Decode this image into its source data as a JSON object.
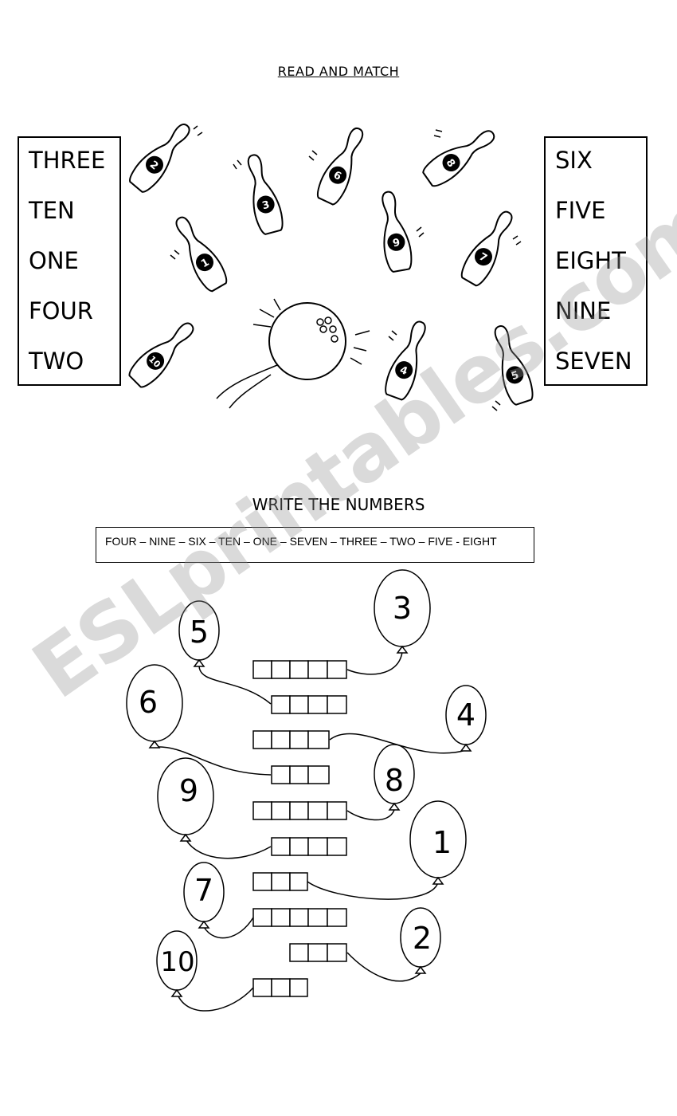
{
  "section1": {
    "title": "READ AND MATCH",
    "left_words": [
      "THREE",
      "TEN",
      "ONE",
      "FOUR",
      "TWO"
    ],
    "right_words": [
      "SIX",
      "FIVE",
      "EIGHT",
      "NINE",
      "SEVEN"
    ],
    "pin_numbers": [
      "2",
      "3",
      "6",
      "8",
      "1",
      "9",
      "7",
      "10",
      "4",
      "5"
    ]
  },
  "section2": {
    "title": "WRITE THE NUMBERS",
    "word_bank": "FOUR – NINE – SIX – TEN – ONE – SEVEN – THREE – TWO – FIVE - EIGHT",
    "balloons": [
      "5",
      "3",
      "6",
      "4",
      "8",
      "9",
      "1",
      "7",
      "2",
      "10"
    ],
    "answer_letter_counts": [
      5,
      4,
      4,
      3,
      5,
      4,
      3,
      5,
      3,
      3
    ]
  },
  "watermark": "ESLprintables.com",
  "colors": {
    "ink": "#000000",
    "watermark": "#969696"
  }
}
